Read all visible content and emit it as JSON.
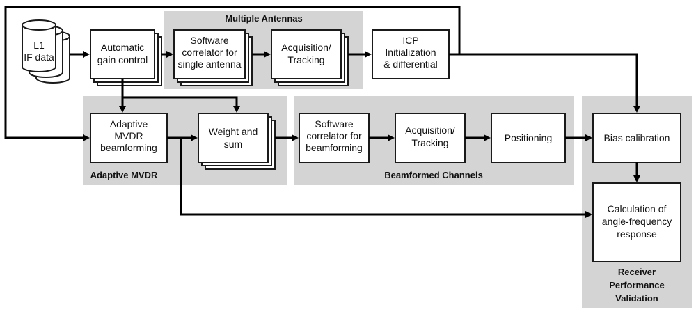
{
  "groups": {
    "multiple_antennas": "Multiple Antennas",
    "adaptive_mvdr": "Adaptive MVDR",
    "beamformed_channels": "Beamformed Channels",
    "receiver_validation": [
      "Receiver",
      "Performance",
      "Validation"
    ]
  },
  "nodes": {
    "l1_if_data": [
      "L1",
      "IF data"
    ],
    "agc": [
      "Automatic",
      "gain control"
    ],
    "sw_correlator_single": [
      "Software",
      "correlator for",
      "single antenna"
    ],
    "acq_tracking_top": [
      "Acquisition/",
      "Tracking"
    ],
    "icp": [
      "ICP",
      "Initialization",
      "& differential"
    ],
    "mvdr_beamforming": [
      "Adaptive",
      "MVDR",
      "beamforming"
    ],
    "weight_sum": [
      "Weight and",
      "sum"
    ],
    "sw_correlator_beam": [
      "Software",
      "correlator for",
      "beamforming"
    ],
    "acq_tracking_bottom": [
      "Acquisition/",
      "Tracking"
    ],
    "positioning": [
      "Positioning"
    ],
    "bias_calibration": [
      "Bias calibration"
    ],
    "angle_freq": [
      "Calculation of",
      "angle-frequency",
      "response"
    ]
  },
  "colors": {
    "group_fill": "#d4d4d4",
    "line": "#000000",
    "box_fill": "#ffffff"
  }
}
